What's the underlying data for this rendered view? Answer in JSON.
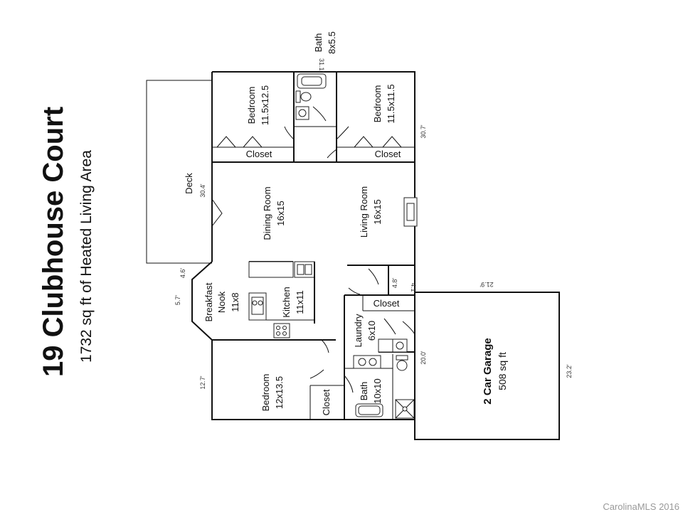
{
  "title": "19 Clubhouse Court",
  "subtitle": "1732 sq ft of Heated Living Area",
  "watermark": "CarolinaMLS 2016",
  "rooms": {
    "bath_top": [
      "Bath",
      "8x5.5"
    ],
    "bedroom_left": [
      "Bedroom",
      "11.5x12.5"
    ],
    "bedroom_right": [
      "Bedroom",
      "11.5x11.5"
    ],
    "closet_left": "Closet",
    "closet_right": "Closet",
    "deck": "Deck",
    "dining": [
      "Dining Room",
      "16x15"
    ],
    "living": [
      "Living Room",
      "16x15"
    ],
    "nook": [
      "Breakfast",
      "Nook",
      "11x8"
    ],
    "kitchen": [
      "Kitchen",
      "11x11"
    ],
    "closet_laundry": "Closet",
    "laundry": [
      "Laundry",
      "6x10"
    ],
    "bedroom_bottom": [
      "Bedroom",
      "12x13.5"
    ],
    "closet_bottom": "Closet",
    "bath_bottom": [
      "Bath",
      "10x10"
    ],
    "garage": [
      "2 Car Garage",
      "508 sq ft"
    ]
  },
  "dimensions": {
    "d_31_1": "31.1'",
    "d_30_7": "30.7'",
    "d_30_4": "30.4'",
    "d_4_6": "4.6'",
    "d_5_7": "5.7'",
    "d_4_8": "4.8'",
    "d_4_1": "4.1'",
    "d_21_9": "21.9'",
    "d_20_0": "20.0'",
    "d_23_2": "23.2'",
    "d_12_7": "12.7'"
  }
}
